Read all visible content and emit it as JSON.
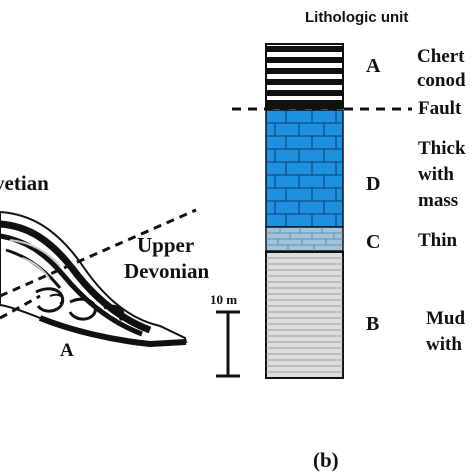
{
  "header": {
    "title": "Lithologic unit"
  },
  "section": {
    "units": [
      {
        "id": "A",
        "description": "Chert",
        "description_line2": "conod"
      },
      {
        "id": "D",
        "description": "Thick",
        "description_line2": "with",
        "description_line3": "mass"
      },
      {
        "id": "C",
        "description": "Thin"
      },
      {
        "id": "B",
        "description": "Mud",
        "description_line2": "with"
      }
    ],
    "fault_label": "Fault",
    "scale_label": "10 m",
    "colors": {
      "limestone": "#1e90e0",
      "thin_bed": "#9fc4dc",
      "mud": "#dddddd",
      "chert": "#111111"
    }
  },
  "left_panel": {
    "label_1": "vetian",
    "label_2_line1": "Upper",
    "label_2_line2": "Devonian",
    "fold_label": "A"
  },
  "caption": "(b)"
}
